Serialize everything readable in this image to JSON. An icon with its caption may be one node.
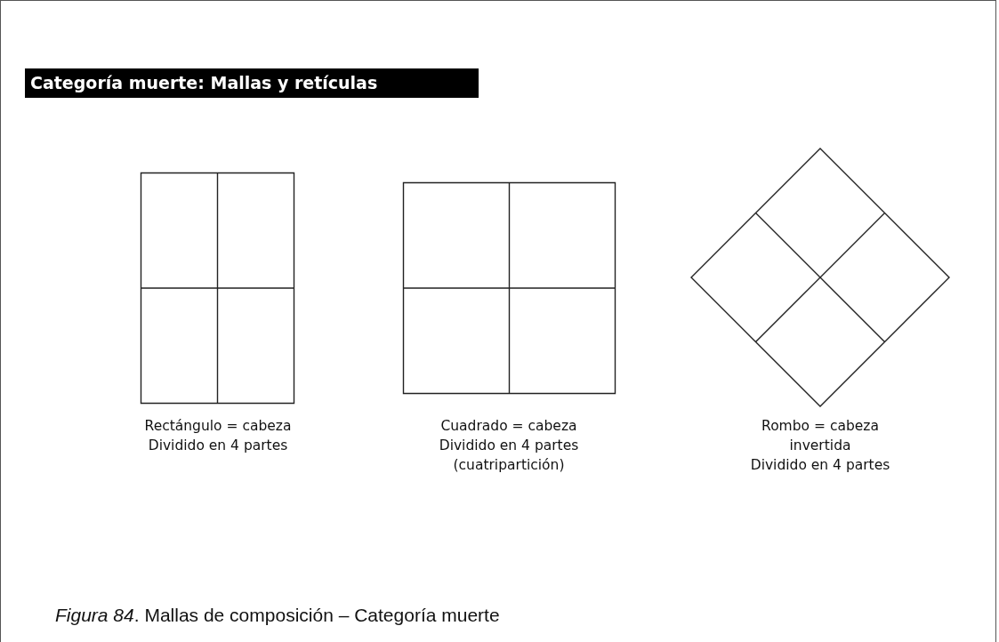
{
  "diagram": {
    "title": "Categoría muerte: Mallas y retículas",
    "caption": "*Figura 84*. Mallas de composición – Categoría muerte",
    "nodes": [
      {
        "text": [],
        "shape": "box",
        "beside": [
          "Rectángulo = cabeza",
          "Dividido en 4 partes"
        ]
      },
      {
        "text": [],
        "shape": "box",
        "beside": [
          "Cuadrado = cabeza",
          "Dividido en 4 partes",
          "(cuatripartición)"
        ]
      },
      {
        "text": [],
        "shape": "diamond",
        "beside": [
          "Rombo = cabeza invertida",
          "Dividido en 4 partes"
        ]
      }
    ]
  }
}
